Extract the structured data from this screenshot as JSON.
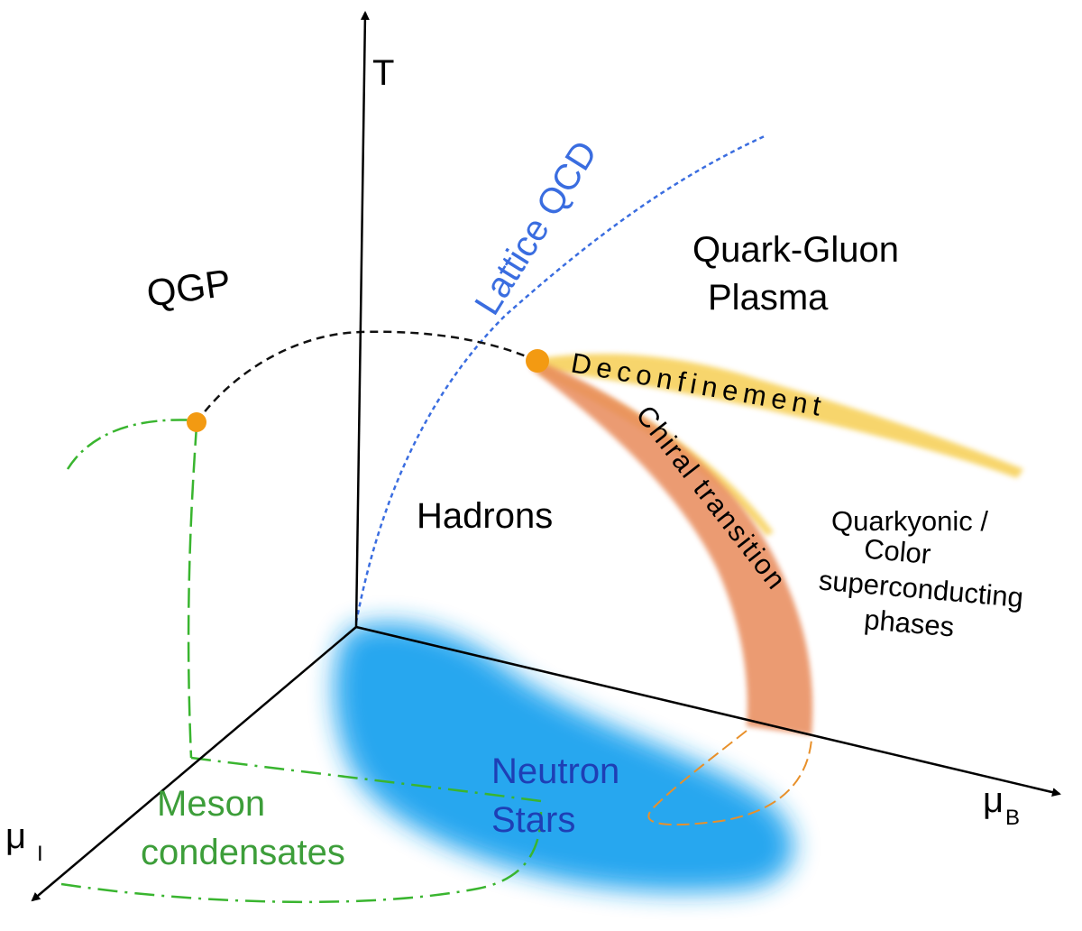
{
  "axes": {
    "temperature": "T",
    "baryon_symbol": "μ",
    "baryon_subscript": "B",
    "isospin_symbol": "μ",
    "isospin_subscript": "I"
  },
  "regions": {
    "qgp": "QGP",
    "quark_gluon_line1": "Quark-Gluon",
    "quark_gluon_line2": "Plasma",
    "hadrons": "Hadrons",
    "quarkyonic_line1": "Quarkyonic /",
    "quarkyonic_line2": "Color",
    "quarkyonic_line3": "superconducting",
    "quarkyonic_line4": "phases",
    "neutron_line1": "Neutron",
    "neutron_line2": "Stars",
    "meson_line1": "Meson",
    "meson_line2": "condensates"
  },
  "curves": {
    "lattice_qcd": "Lattice QCD",
    "deconfinement": "Deconfinement",
    "chiral": "Chiral transition"
  },
  "colors": {
    "axis": "#000000",
    "lattice": "#3a6de0",
    "deconfinement": "#f5c83a",
    "chiral": "#e88a5a",
    "critical_point": "#f39a12",
    "neutron_star_blob": "#1aa3ef",
    "neutron_text": "#1e3fb5",
    "meson": "#3d9e3a",
    "meson_line": "#39b52f",
    "chiral_dashed": "#e8902a"
  }
}
